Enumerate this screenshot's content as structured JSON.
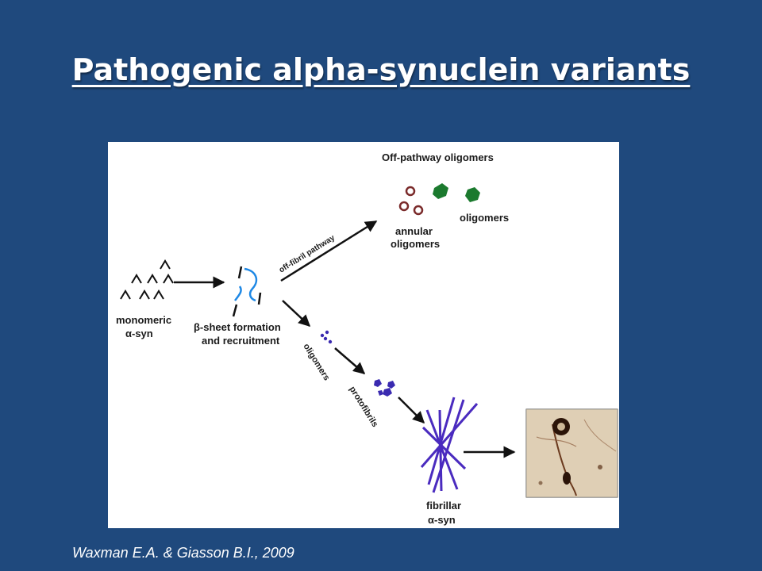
{
  "slide": {
    "title": "Pathogenic alpha-synuclein variants",
    "citation": "Waxman E.A. & Giasson B.I., 2009",
    "background_color": "#1f497d"
  },
  "diagram": {
    "header_off_pathway": "Off-pathway oligomers",
    "label_monomeric": "monomeric",
    "label_alpha_syn": "α-syn",
    "label_beta_sheet": "β-sheet formation",
    "label_recruitment": "and recruitment",
    "label_off_fibril_pathway": "off-fibril pathway",
    "label_annular": "annular",
    "label_annular_oligomers": "oligomers",
    "label_green_oligomers": "oligomers",
    "label_oligomers_diag": "oligomers",
    "label_protofibrils": "protofibrils",
    "label_fibrillar": "fibrillar",
    "label_fibrillar_syn": "α-syn",
    "colors": {
      "beta_strand": "#1e88e5",
      "annular_ring": "#7a2a2a",
      "green_oligomer": "#1b7a2e",
      "blue_oligomer": "#3a2ab0",
      "fibril": "#4a2bbf",
      "arrow": "#111111"
    },
    "icons": [
      "monomer-chevron-icon",
      "annular-ring-icon",
      "green-oligomer-icon",
      "micrograph-image"
    ]
  }
}
